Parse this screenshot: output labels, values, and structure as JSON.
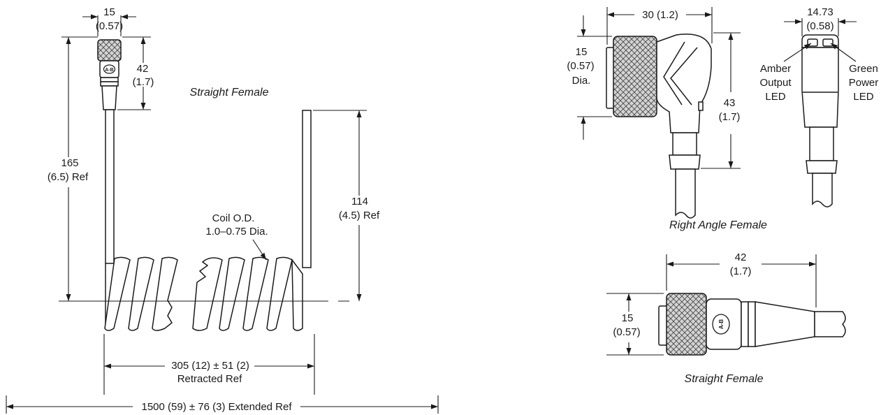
{
  "straight_coil": {
    "caption": "Straight Female",
    "dim_width": {
      "mm": "15",
      "in": "(0.57)"
    },
    "dim_head": {
      "mm": "42",
      "in": "(1.7)"
    },
    "dim_lead": {
      "mm": "165",
      "in": "(6.5) Ref"
    },
    "dim_tail": {
      "mm": "114",
      "in": "(4.5) Ref"
    },
    "coil_note": {
      "line1": "Coil O.D.",
      "line2": "1.0–0.75 Dia."
    },
    "dim_retracted": {
      "line1": "305 (12) ± 51 (2)",
      "line2": "Retracted Ref"
    },
    "dim_extended": "1500 (59) ± 76 (3) Extended Ref",
    "logo_text": "A-B"
  },
  "right_angle": {
    "caption": "Right Angle Female",
    "dim_width": "30 (1.2)",
    "dim_dia": {
      "mm": "15",
      "in": "(0.57)",
      "suffix": "Dia."
    },
    "dim_height": {
      "mm": "43",
      "in": "(1.7)"
    },
    "dim_side_width": {
      "mm": "14.73",
      "in": "(0.58)"
    },
    "led_amber": {
      "line1": "Amber",
      "line2": "Output",
      "line3": "LED"
    },
    "led_green": {
      "line1": "Green",
      "line2": "Power",
      "line3": "LED"
    }
  },
  "straight_small": {
    "caption": "Straight Female",
    "dim_length": {
      "mm": "42",
      "in": "(1.7)"
    },
    "dim_dia": {
      "mm": "15",
      "in": "(0.57)"
    },
    "logo_text": "A-B"
  }
}
